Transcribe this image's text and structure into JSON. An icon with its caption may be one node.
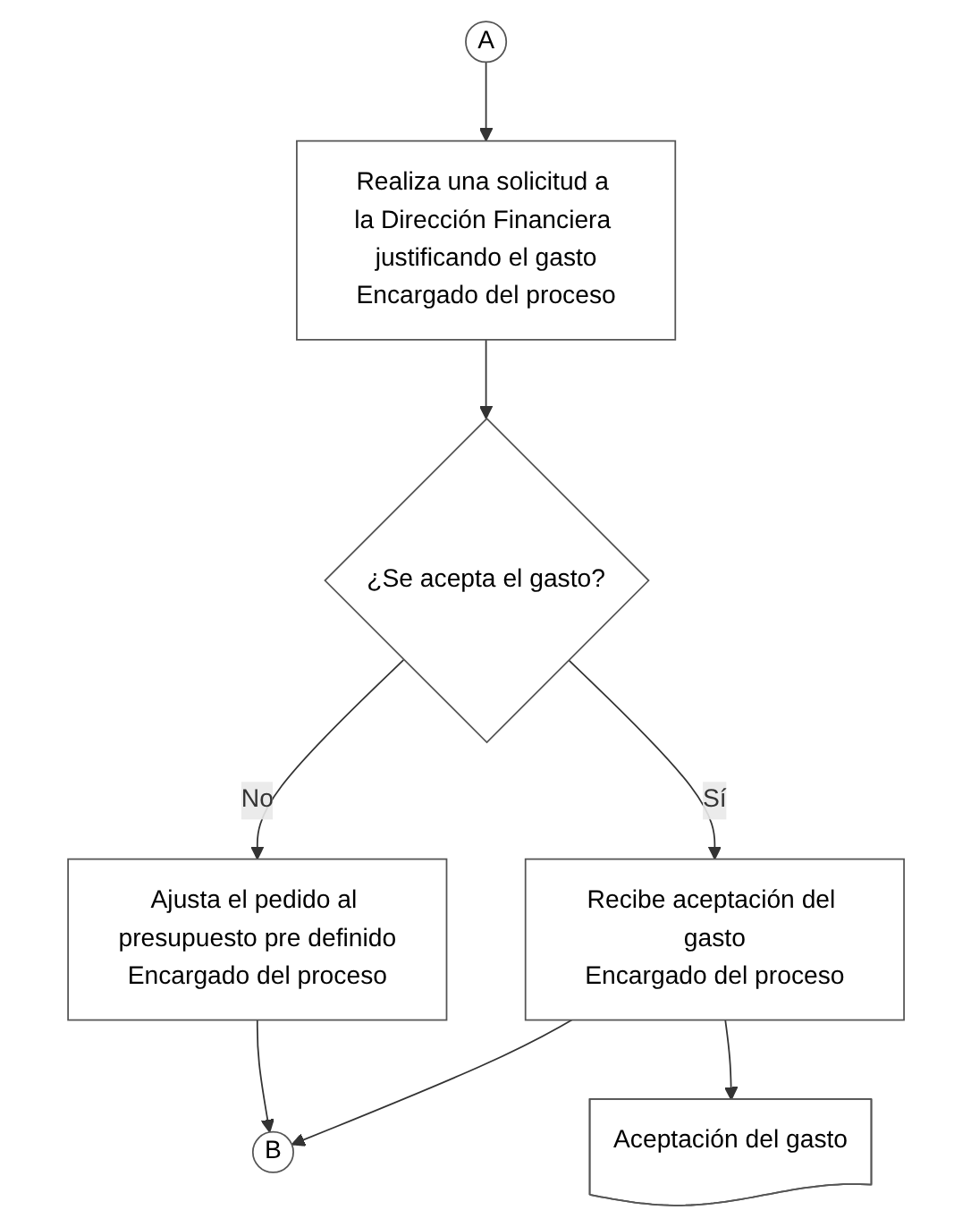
{
  "diagram": {
    "nodes": [
      {
        "text": [
          "A"
        ]
      },
      {
        "text": [
          "Realiza una solicitud a la Dirección Financiera justificando el gasto",
          "Encargado del proceso"
        ]
      },
      {
        "text": [
          "¿Se acepta el gasto?"
        ]
      },
      {
        "text": [
          "Ajusta el pedido al presupuesto pre definido",
          "Encargado del proceso"
        ]
      },
      {
        "text": [
          "Recibe aceptación del gasto",
          "Encargado del proceso"
        ]
      },
      {
        "text": [
          "Aceptación del gasto"
        ]
      },
      {
        "text": [
          "B"
        ]
      }
    ],
    "edges": [
      {
        "from": 0,
        "to": 1,
        "arrow": "to"
      },
      {
        "from": 1,
        "to": 2,
        "arrow": "to"
      },
      {
        "from": 2,
        "to": 3,
        "label": "No",
        "arrow": "to"
      },
      {
        "from": 2,
        "to": 4,
        "label": "Sí",
        "arrow": "to"
      },
      {
        "from": 4,
        "to": 5,
        "arrow": "to"
      },
      {
        "from": 4,
        "to": 6,
        "arrow": "to"
      },
      {
        "from": 3,
        "to": 6,
        "arrow": "to"
      }
    ]
  }
}
